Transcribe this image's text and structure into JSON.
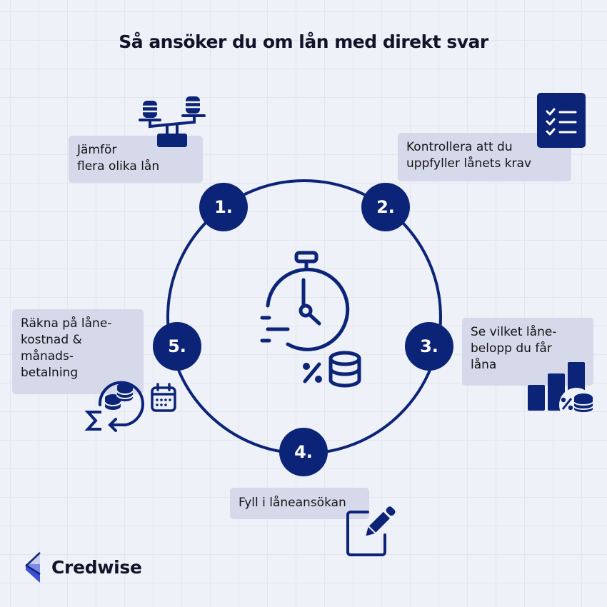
{
  "title": "Så ansöker du om lån med direkt svar",
  "colors": {
    "primary": "#0b2478",
    "box_bg": "#d6d9ea",
    "background": "#eff1f8",
    "text": "#111428"
  },
  "center_icon": [
    "stopwatch-icon",
    "percent-icon",
    "coin-stack-icon"
  ],
  "steps": [
    {
      "number": "1.",
      "lines": [
        "Jämför",
        "flera olika lån"
      ],
      "icon": "balance-scale-coins-icon"
    },
    {
      "number": "2.",
      "lines": [
        "Kontrollera att du",
        "uppfyller lånets krav"
      ],
      "icon": "checklist-icon"
    },
    {
      "number": "3.",
      "lines": [
        "Se vilket låne-",
        "belopp du får",
        "låna"
      ],
      "icon": "bar-chart-percent-coins-icon"
    },
    {
      "number": "4.",
      "lines": [
        "Fyll i låneansökan"
      ],
      "icon": "edit-document-icon"
    },
    {
      "number": "5.",
      "lines": [
        "Räkna på låne-",
        "kostnad &",
        "månads-",
        "betalning"
      ],
      "icon": "sum-coins-calendar-icon"
    }
  ],
  "brand": {
    "name": "Credwise",
    "icon": "credwise-logo-icon"
  }
}
